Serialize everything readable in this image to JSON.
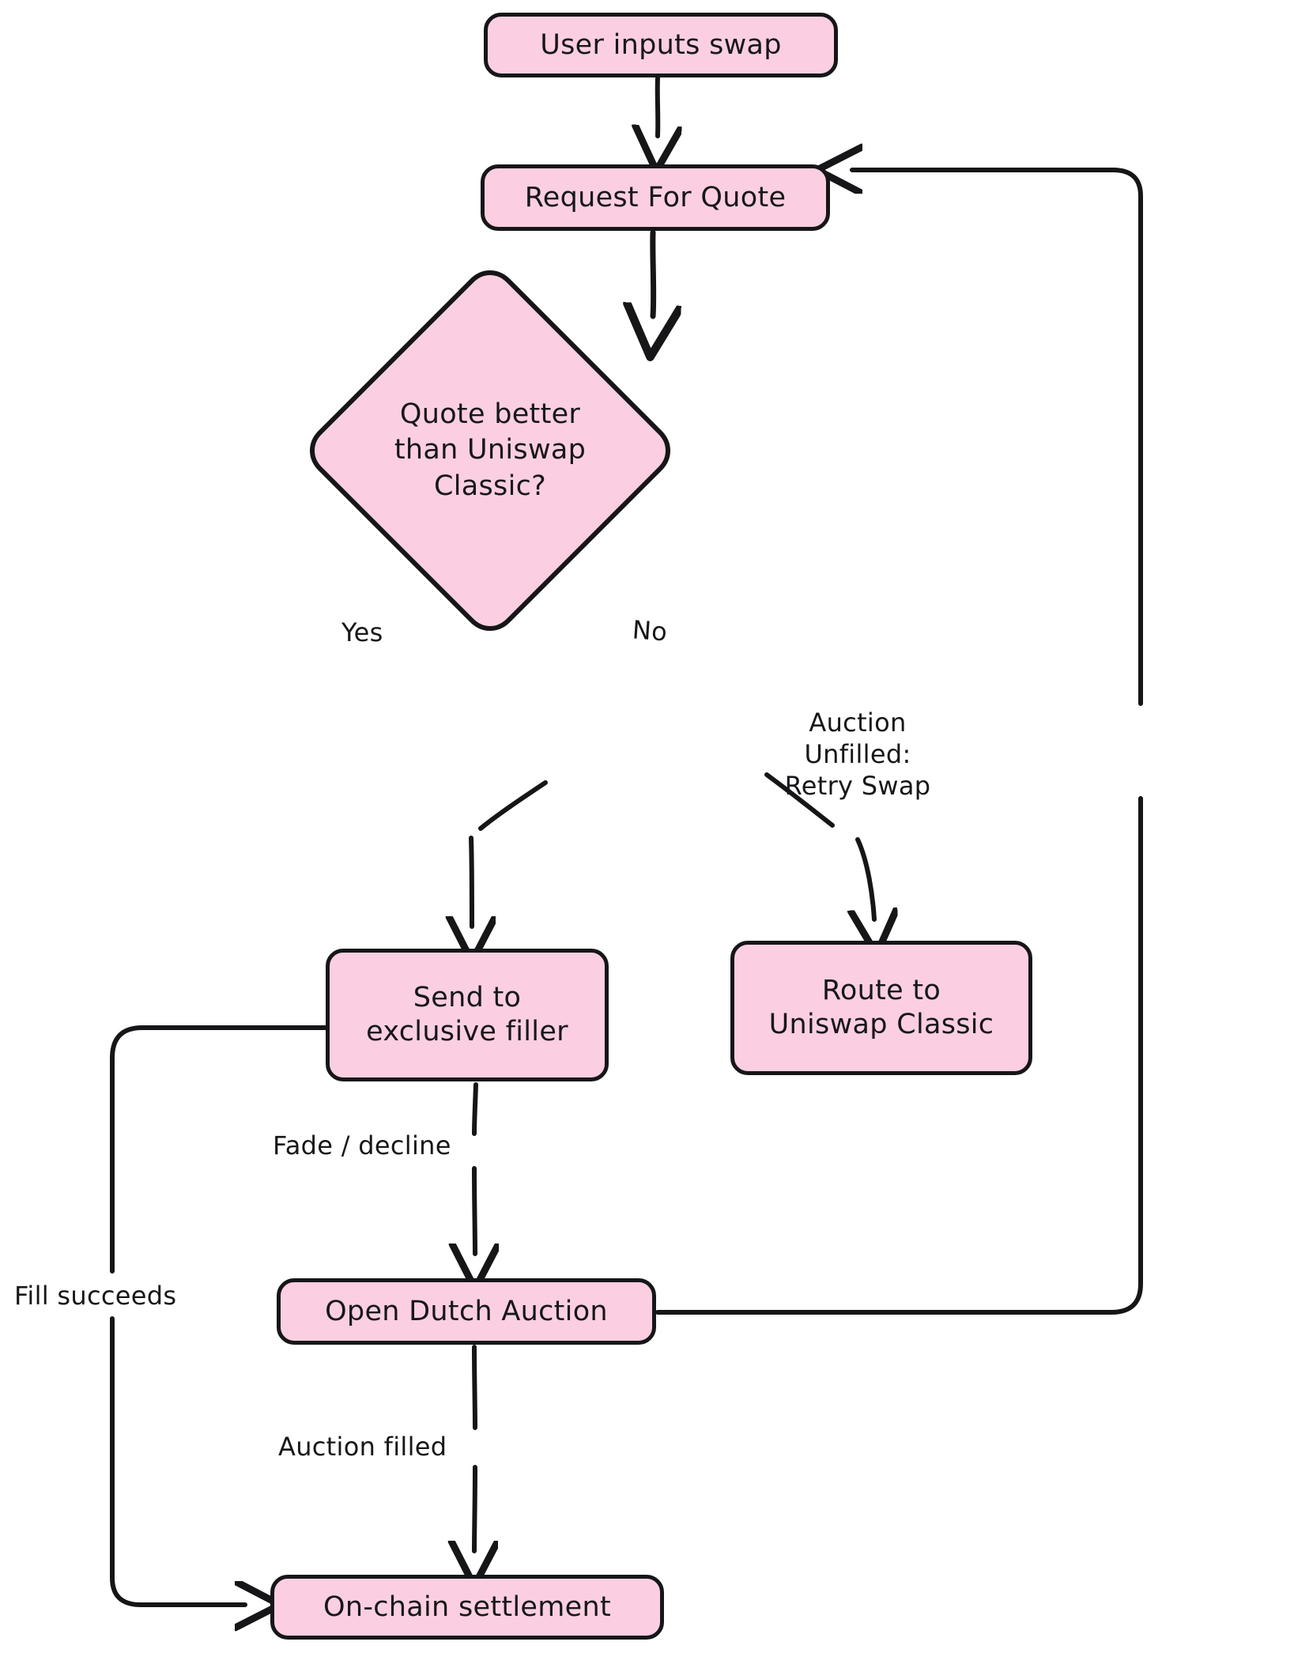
{
  "diagram": {
    "title": "UniswapX swap routing flowchart",
    "style": "hand-drawn",
    "colors": {
      "node_fill": "#fbcfe1",
      "stroke": "#161618",
      "text": "#17171a",
      "background": "#ffffff"
    },
    "nodes": [
      {
        "id": "user-inputs-swap",
        "shape": "rounded-rect",
        "label": "User inputs swap"
      },
      {
        "id": "request-for-quote",
        "shape": "rounded-rect",
        "label": "Request For Quote"
      },
      {
        "id": "decision",
        "shape": "diamond",
        "label": "Quote better\nthan Uniswap\nClassic?"
      },
      {
        "id": "send-exclusive",
        "shape": "rounded-rect",
        "label": "Send to\nexclusive filler"
      },
      {
        "id": "route-classic",
        "shape": "rounded-rect",
        "label": "Route to\nUniswap Classic"
      },
      {
        "id": "open-dutch-auction",
        "shape": "rounded-rect",
        "label": "Open Dutch Auction"
      },
      {
        "id": "onchain-settlement",
        "shape": "rounded-rect",
        "label": "On-chain settlement"
      }
    ],
    "edges": [
      {
        "id": "e1",
        "from": "user-inputs-swap",
        "to": "request-for-quote",
        "label": ""
      },
      {
        "id": "e2",
        "from": "request-for-quote",
        "to": "decision",
        "label": ""
      },
      {
        "id": "e3",
        "from": "decision",
        "to": "send-exclusive",
        "label": "Yes"
      },
      {
        "id": "e4",
        "from": "decision",
        "to": "route-classic",
        "label": "No"
      },
      {
        "id": "e5",
        "from": "send-exclusive",
        "to": "open-dutch-auction",
        "label": "Fade / decline"
      },
      {
        "id": "e6",
        "from": "open-dutch-auction",
        "to": "onchain-settlement",
        "label": "Auction filled"
      },
      {
        "id": "e7",
        "from": "send-exclusive",
        "to": "onchain-settlement",
        "label": "Fill succeeds"
      },
      {
        "id": "e8",
        "from": "open-dutch-auction",
        "to": "request-for-quote",
        "label": "Auction Unfilled:\nRetry Swap"
      }
    ]
  }
}
